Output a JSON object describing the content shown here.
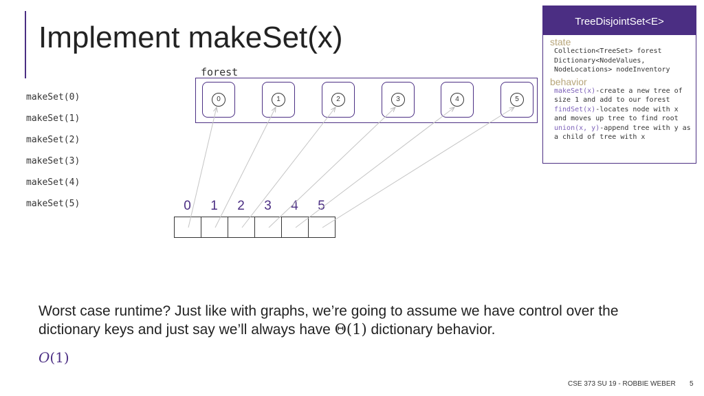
{
  "slide": {
    "title": "Implement makeSet(x)",
    "forest_label": "forest",
    "calls": [
      "makeSet(0)",
      "makeSet(1)",
      "makeSet(2)",
      "makeSet(3)",
      "makeSet(4)",
      "makeSet(5)"
    ],
    "nodes": [
      "0",
      "1",
      "2",
      "3",
      "4",
      "5"
    ],
    "array_indices": [
      "0",
      "1",
      "2",
      "3",
      "4",
      "5"
    ],
    "question_line1": "Worst case runtime? Just like with graphs, we’re going to assume we have control over the",
    "question_line2_pre": "dictionary keys and just say we’ll always have ",
    "question_theta": "Θ(1)",
    "question_line2_post": " dictionary behavior.",
    "answer_o": "O",
    "answer_rest": "(1)",
    "footer": "CSE 373 SU 19 - ROBBIE WEBER",
    "page_number": "5"
  },
  "panel": {
    "header": "TreeDisjointSet<E>",
    "state_label": "state",
    "state_line1": "Collection<TreeSet> forest",
    "state_line2a": "Dictionary<NodeValues,",
    "state_line2b": "NodeLocations> nodeInventory",
    "behavior_label": "behavior",
    "b1_fn": "makeSet(x)",
    "b1_text": "-create a new tree of size 1 and add to our forest",
    "b2_fn": "findSet(x)",
    "b2_text": "-locates node with x and moves up tree to find root",
    "b3_fn": "union(x, y)",
    "b3_text": "-append tree with y as a child of tree with x"
  },
  "colors": {
    "accent": "#4b2e83",
    "gold": "#b7a57a"
  }
}
